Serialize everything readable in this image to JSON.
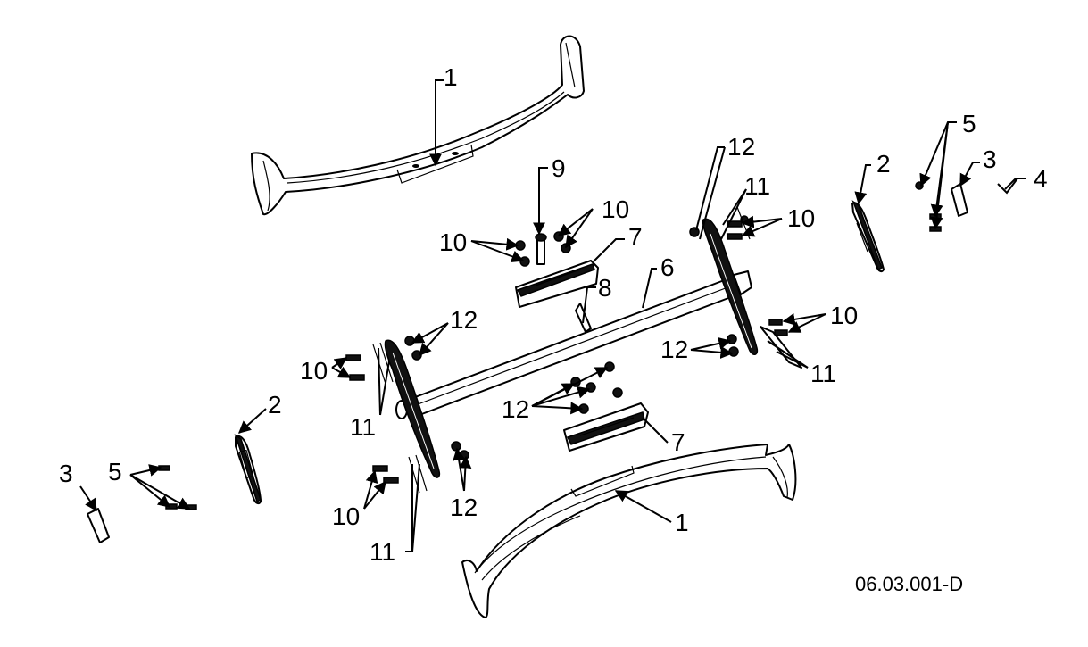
{
  "drawing_code": "06.03.001-D",
  "callouts": {
    "c1_top": "1",
    "c1_bottom": "1",
    "c2_right": "2",
    "c2_left": "2",
    "c3_right": "3",
    "c3_left": "3",
    "c4": "4",
    "c5_right": "5",
    "c5_left": "5",
    "c6": "6",
    "c7_top": "7",
    "c7_bottom": "7",
    "c8": "8",
    "c9": "9",
    "c10_a": "10",
    "c10_b": "10",
    "c10_c": "10",
    "c10_d": "10",
    "c10_e": "10",
    "c10_f": "10",
    "c11_a": "11",
    "c11_b": "11",
    "c11_c": "11",
    "c11_d": "11",
    "c12_a": "12",
    "c12_b": "12",
    "c12_c": "12",
    "c12_d": "12",
    "c12_e": "12"
  }
}
